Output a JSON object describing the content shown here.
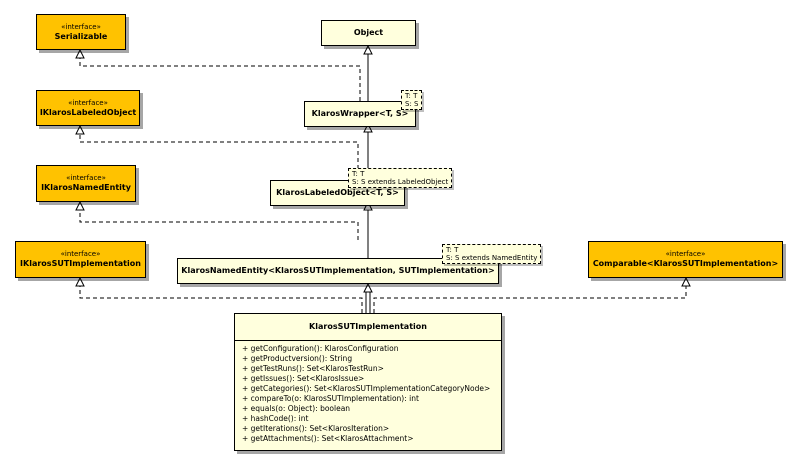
{
  "diagram": {
    "nodes": {
      "object": {
        "name": "Object"
      },
      "serializable": {
        "stereotype": "«interface»",
        "name": "Serializable"
      },
      "iklaros_labeled_object": {
        "stereotype": "«interface»",
        "name": "IKlarosLabeledObject"
      },
      "iklaros_named_entity": {
        "stereotype": "«interface»",
        "name": "IKlarosNamedEntity"
      },
      "iklaros_sut_implementation": {
        "stereotype": "«interface»",
        "name": "IKlarosSUTImplementation"
      },
      "comparable": {
        "stereotype": "«interface»",
        "name": "Comparable<KlarosSUTImplementation>"
      },
      "klaros_wrapper": {
        "name": "KlarosWrapper<T, S>",
        "type_params": [
          "T: T",
          "S: S"
        ]
      },
      "klaros_labeled_object": {
        "name": "KlarosLabeledObject<T, S>",
        "type_params": [
          "T: T",
          "S: S extends LabeledObject"
        ]
      },
      "klaros_named_entity": {
        "name": "KlarosNamedEntity<KlarosSUTImplementation, SUTImplementation>",
        "type_params": [
          "T: T",
          "S: S extends NamedEntity"
        ]
      },
      "klaros_sut_implementation": {
        "name": "KlarosSUTImplementation",
        "operations": [
          "+ getConfiguration(): KlarosConfiguration",
          "+ getProductversion(): String",
          "+ getTestRuns(): Set<KlarosTestRun>",
          "+ getIssues(): Set<KlarosIssue>",
          "+ getCategories(): Set<KlarosSUTImplementationCategoryNode>",
          "+ compareTo(o: KlarosSUTImplementation): int",
          "+ equals(o: Object): boolean",
          "+ hashCode(): int",
          "+ getIterations(): Set<KlarosIteration>",
          "+ getAttachments(): Set<KlarosAttachment>"
        ]
      }
    }
  }
}
